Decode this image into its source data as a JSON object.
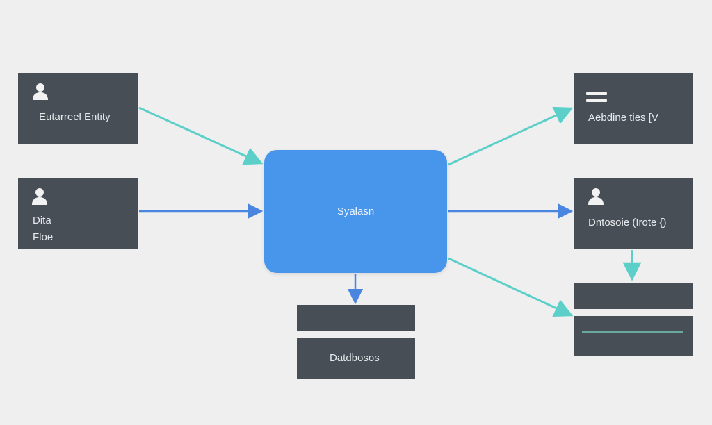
{
  "diagram": {
    "nodes": {
      "external_entity": {
        "label": "Eutarreel Entity",
        "icon": "person-icon"
      },
      "data_flow": {
        "label_line1": "Dita",
        "label_line2": "Floe",
        "icon": "person-icon"
      },
      "system": {
        "label": "Syalasn"
      },
      "database": {
        "label": "Datdbosos"
      },
      "top_right": {
        "label": "Aebdine ties [V",
        "icon": "menu-lines-icon"
      },
      "middle_right": {
        "label": "Dntosoie (Irote {)",
        "icon": "person-icon"
      },
      "bottom_right_upper": {
        "label": ""
      },
      "bottom_right_lower": {
        "label": ""
      }
    },
    "colors": {
      "background": "#efefef",
      "node_fill": "#474e55",
      "process_fill": "#4896eb",
      "arrow_teal": "#5ccfc9",
      "arrow_blue": "#4a86e0",
      "bar_accent": "#6aa89e"
    }
  }
}
